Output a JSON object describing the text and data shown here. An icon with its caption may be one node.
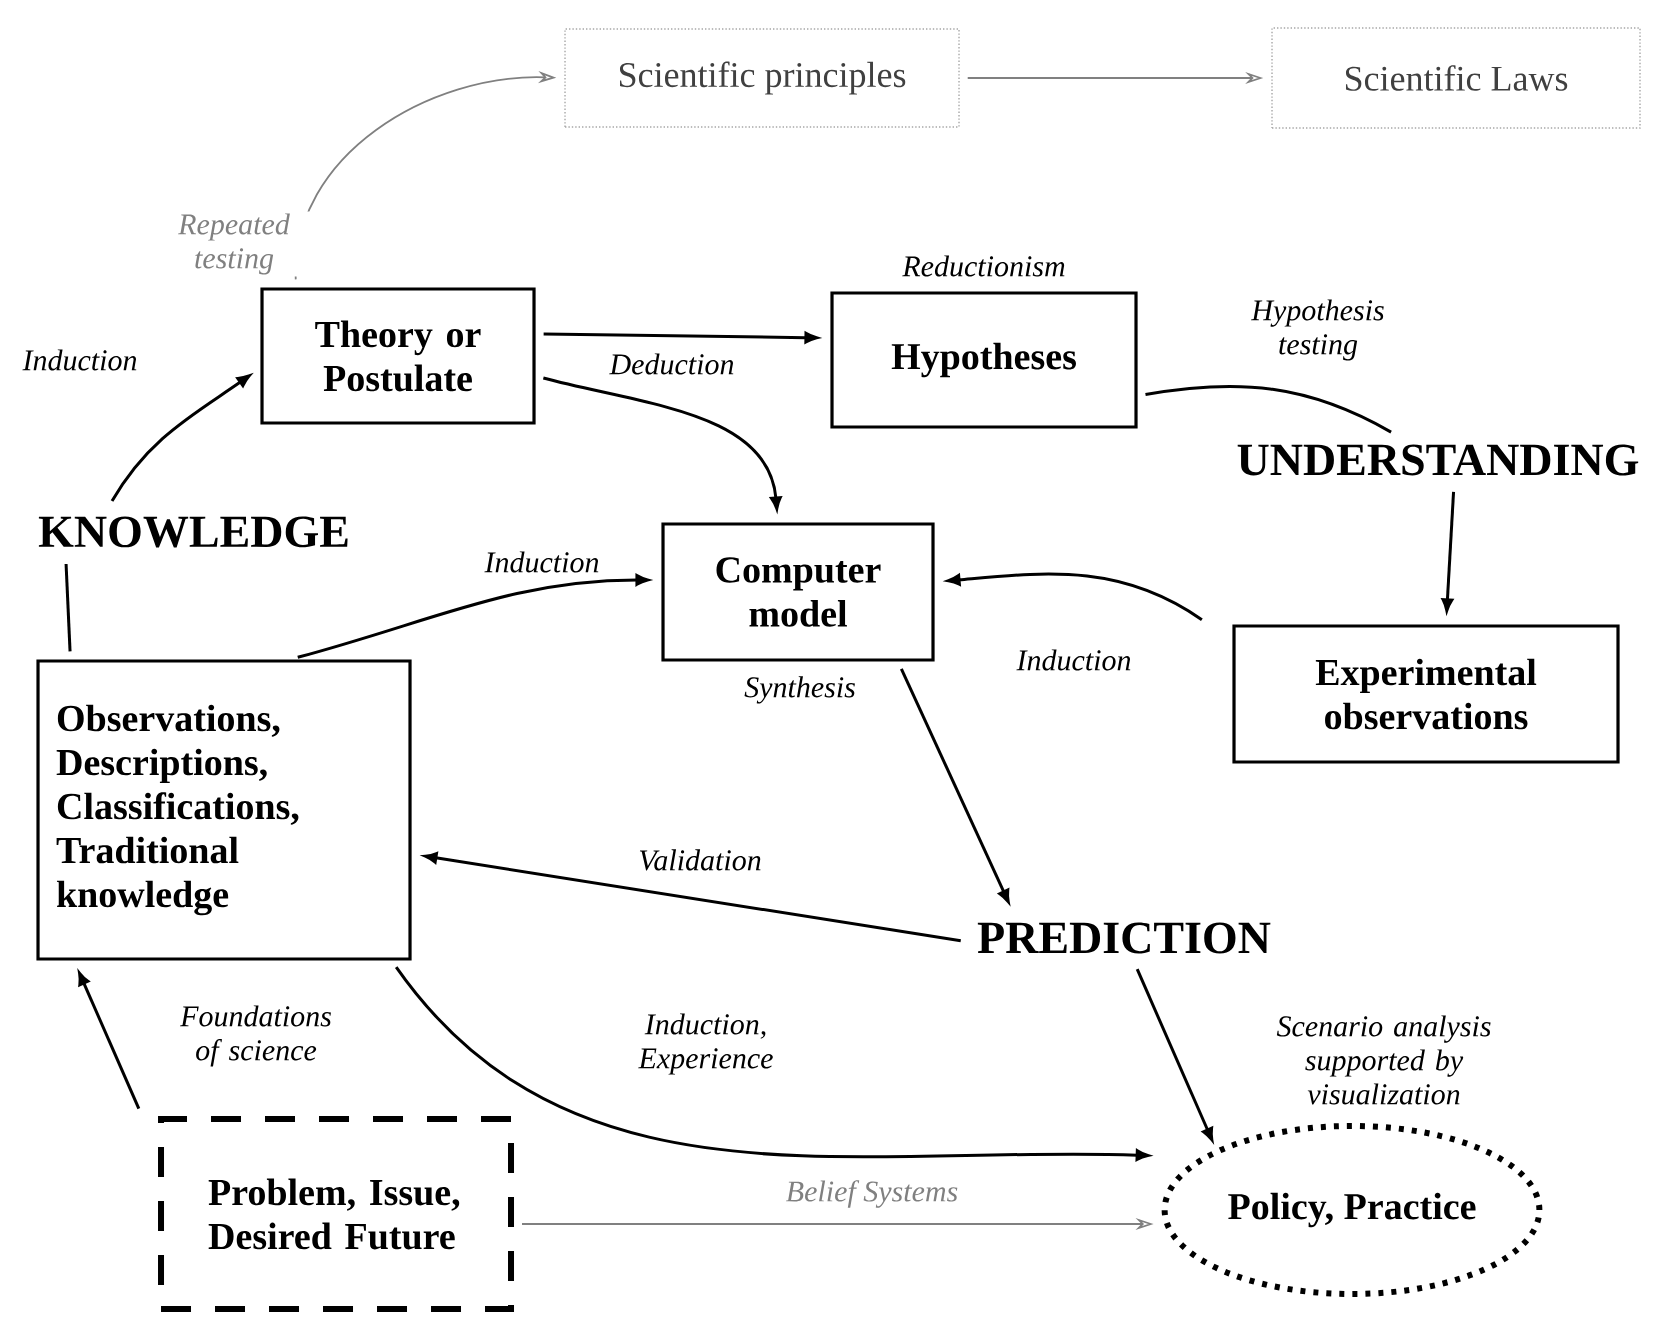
{
  "diagram": {
    "nodes": [
      {
        "text": [
          "Scientific principles"
        ]
      },
      {
        "text": [
          "Scientific Laws"
        ]
      },
      {
        "text": [
          "Theory or Postulate"
        ]
      },
      {
        "text": [
          "Hypotheses"
        ],
        "beside": [
          "Reductionism"
        ]
      },
      {
        "text": [
          "KNOWLEDGE"
        ]
      },
      {
        "text": [
          "UNDERSTANDING"
        ]
      },
      {
        "text": [
          "Computer model"
        ],
        "beside": [
          "Synthesis"
        ]
      },
      {
        "text": [
          "Experimental observations"
        ]
      },
      {
        "text": [
          "Observations, Descriptions, Classifications, Traditional knowledge"
        ]
      },
      {
        "text": [
          "PREDICTION"
        ]
      },
      {
        "text": [
          "Problem, Issue, Desired Future"
        ]
      },
      {
        "text": [
          "Policy, Practice"
        ]
      }
    ],
    "edges": [
      {
        "from": 2,
        "to": 0,
        "arrow": "to",
        "label": "Repeated testing",
        "color": "#808080"
      },
      {
        "from": 0,
        "to": 1,
        "arrow": "to",
        "color": "#808080"
      },
      {
        "from": 4,
        "to": 2,
        "arrow": "to",
        "label": "Induction"
      },
      {
        "from": 2,
        "to": 3,
        "arrow": "to",
        "label": "Deduction"
      },
      {
        "from": 2,
        "to": 6,
        "arrow": "to"
      },
      {
        "from": 3,
        "to": 5,
        "arrow": "none",
        "label": "Hypothesis testing"
      },
      {
        "from": 5,
        "to": 7,
        "arrow": "to"
      },
      {
        "from": 7,
        "to": 6,
        "arrow": "to",
        "label": "Induction"
      },
      {
        "from": 8,
        "to": 6,
        "arrow": "to",
        "label": "Induction"
      },
      {
        "from": 4,
        "to": 8,
        "arrow": "none"
      },
      {
        "from": 6,
        "to": 9,
        "arrow": "to"
      },
      {
        "from": 9,
        "to": 8,
        "arrow": "to",
        "label": "Validation"
      },
      {
        "from": 8,
        "to": 11,
        "arrow": "to",
        "label": "Induction, Experience"
      },
      {
        "from": 10,
        "to": 8,
        "arrow": "to",
        "label": "Foundations of science"
      },
      {
        "from": 9,
        "to": 11,
        "arrow": "to",
        "label": "Scenario analysis supported by visualization"
      },
      {
        "from": 10,
        "to": 11,
        "arrow": "to",
        "label": "Belief Systems",
        "color": "#808080"
      }
    ]
  }
}
